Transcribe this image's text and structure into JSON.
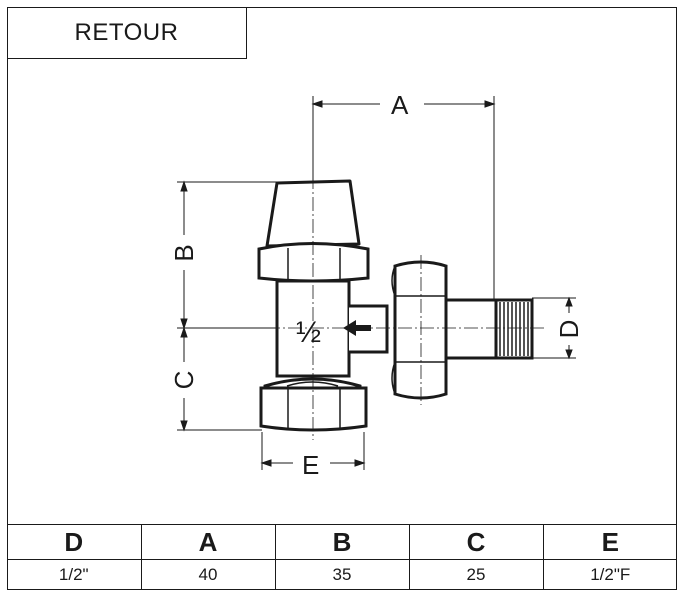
{
  "title": "RETOUR",
  "drawing": {
    "dimension_labels": {
      "a": "A",
      "b": "B",
      "c": "C",
      "d": "D",
      "e": "E"
    },
    "fraction_marking": "½",
    "arrow_icon": "flow-arrow-left-icon"
  },
  "table": {
    "headers": [
      "D",
      "A",
      "B",
      "C",
      "E"
    ],
    "values": [
      "1/2\"",
      "40",
      "35",
      "25",
      "1/2\"F"
    ]
  }
}
